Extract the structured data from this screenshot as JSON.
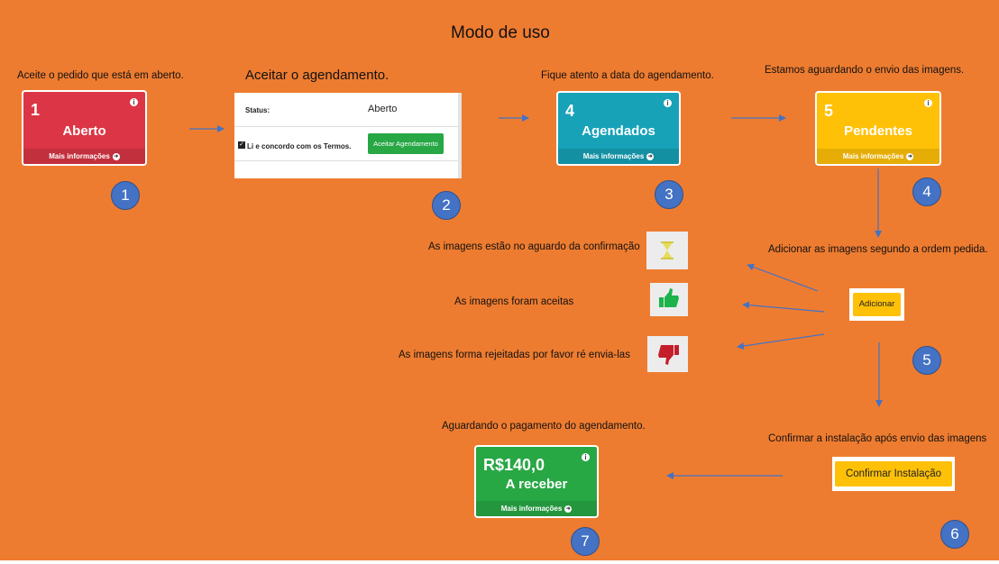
{
  "title": "Modo de uso",
  "captions": {
    "c1": "Aceite o pedido que está em aberto.",
    "c2": "Aceitar o agendamento.",
    "c3": "Fique atento a data do agendamento.",
    "c4": "Estamos aguardando o envio das imagens.",
    "c5": "Adicionar as imagens segundo a ordem pedida.",
    "awaiting": "As imagens estão no aguardo da confirmação",
    "accepted": "As imagens foram aceitas",
    "rejected": "As imagens forma rejeitadas por favor ré envia-las",
    "c6": "Confirmar a instalação após envio das imagens",
    "c7": "Aguardando o pagamento do agendamento."
  },
  "cards": {
    "aberto": {
      "number": "1",
      "label": "Aberto",
      "footer": "Mais informações",
      "color": "#dc3545",
      "footer_color": "#c22f3d"
    },
    "agendados": {
      "number": "4",
      "label": "Agendados",
      "footer": "Mais informações",
      "color": "#17a2b8",
      "footer_color": "#1490a3"
    },
    "pendentes": {
      "number": "5",
      "label": "Pendentes",
      "footer": "Mais informações",
      "color": "#ffc107",
      "footer_color": "#e5ad06"
    },
    "receber": {
      "number": "R$140,0",
      "label": "A receber",
      "footer": "Mais informações",
      "color": "#28a745",
      "footer_color": "#24963e"
    }
  },
  "form": {
    "status_label": "Status:",
    "status_value": "Aberto",
    "terms_label": "Li e concordo com os Termos.",
    "accept_button": "Aceitar Agendamento"
  },
  "buttons": {
    "adicionar": "Adicionar",
    "confirmar": "Confirmar Instalação"
  },
  "badges": [
    "1",
    "2",
    "3",
    "4",
    "5",
    "6",
    "7"
  ],
  "icons": {
    "awaiting": "hourglass-icon",
    "accepted": "thumbs-up-icon",
    "rejected": "thumbs-down-icon"
  },
  "colors": {
    "background": "#ee7c30",
    "badge": "#4472c4",
    "arrow": "#4472c4"
  }
}
